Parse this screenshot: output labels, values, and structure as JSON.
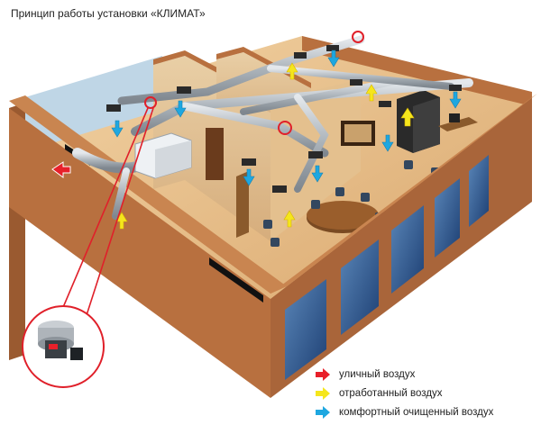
{
  "title": "Принцип работы установки «КЛИМАТ»",
  "colors": {
    "outdoor_air": "#e8202a",
    "exhaust_air": "#f5e61c",
    "clean_air": "#1ea7e0",
    "wall": "#b8703f",
    "floor": "#e8c08c",
    "duct": "#b9c0c6",
    "callout": "#e0202a"
  },
  "legend": [
    {
      "label": "уличный воздух",
      "color": "#e8202a",
      "icon": "red-arrow-icon"
    },
    {
      "label": "отработанный воздух",
      "color": "#f5e61c",
      "icon": "yellow-arrow-icon"
    },
    {
      "label": "комфортный очищенный воздух",
      "color": "#1ea7e0",
      "icon": "blue-arrow-icon"
    }
  ]
}
